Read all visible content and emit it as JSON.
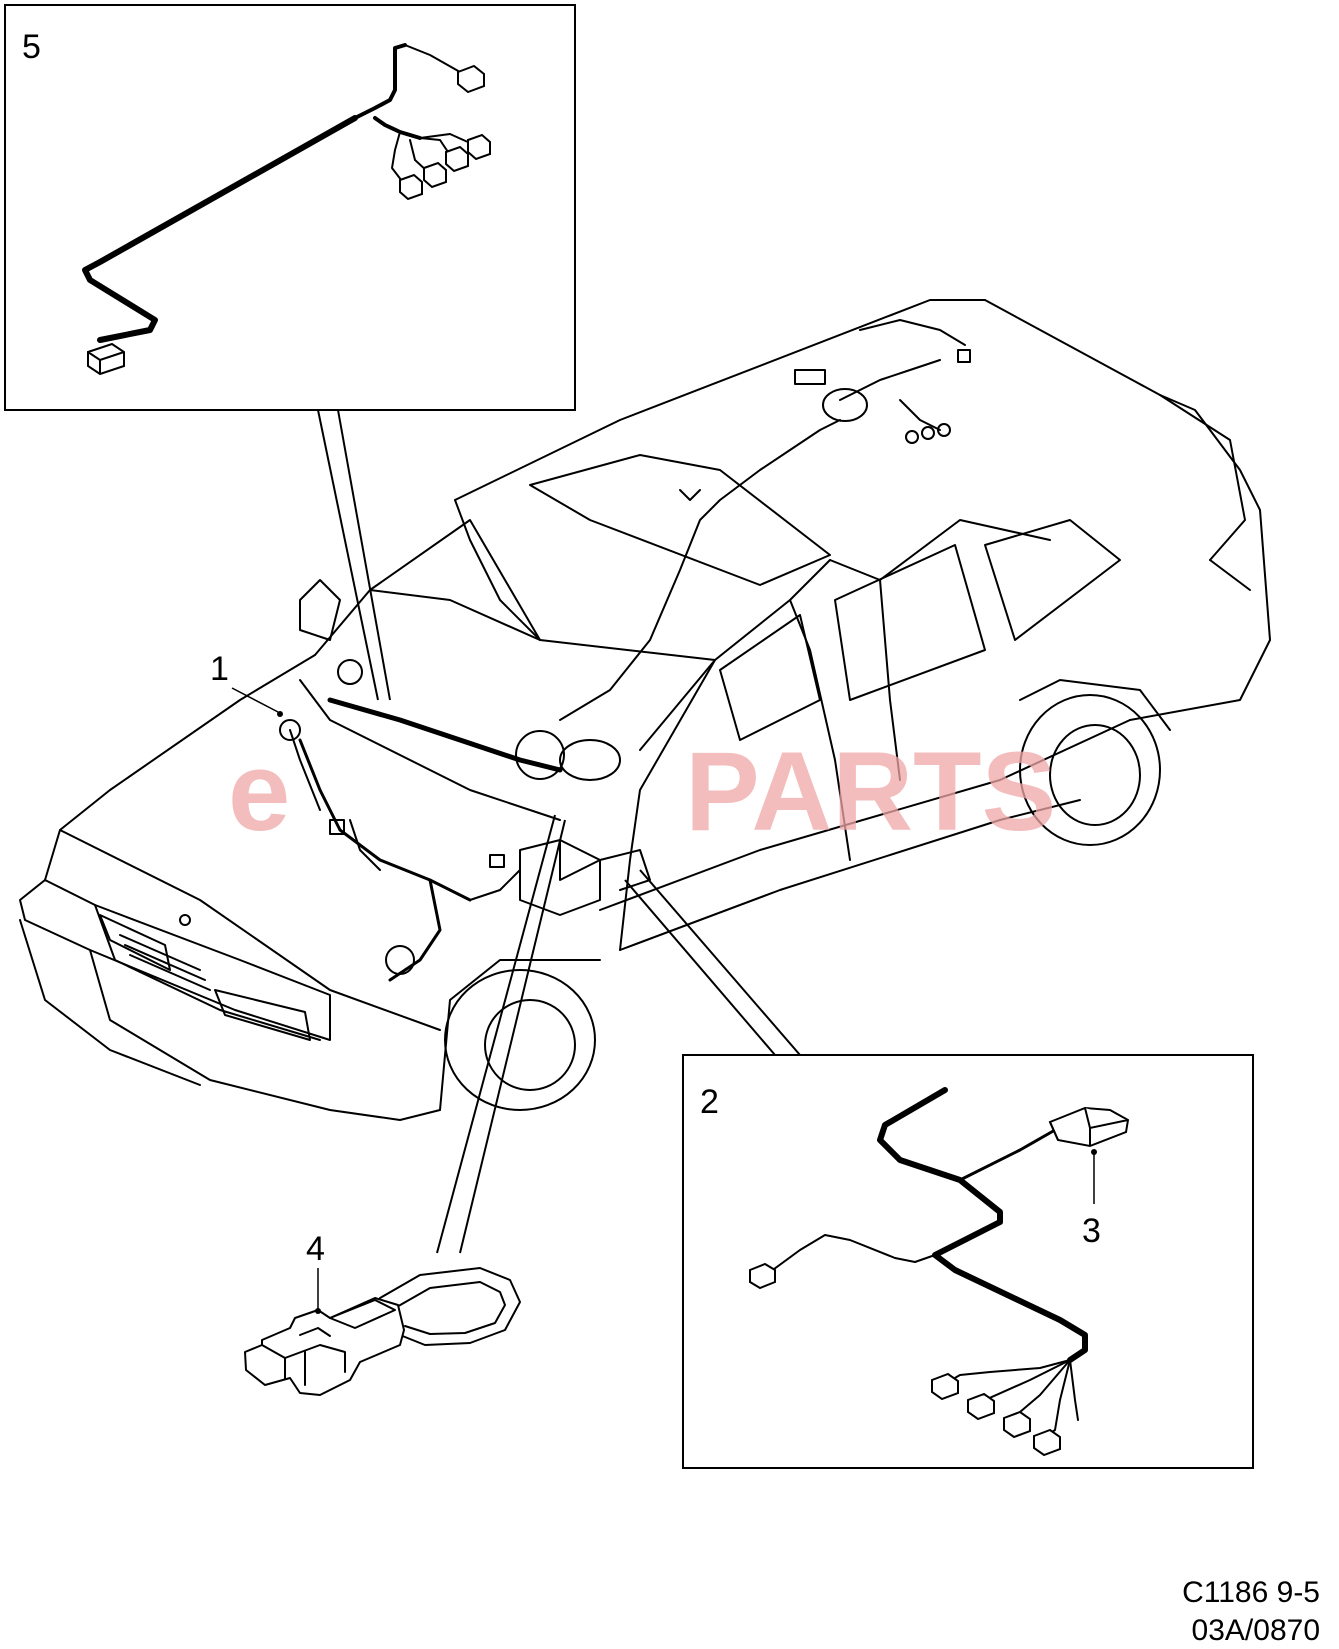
{
  "watermark": {
    "prefix": "e",
    "brand": "PARTS",
    "color": "#f0a7a7"
  },
  "callouts": {
    "c1": "1",
    "c2": "2",
    "c3": "3",
    "c4": "4",
    "c5": "5"
  },
  "diagram_code": {
    "line1": "C1186 9-5",
    "line2": "03A/0870"
  },
  "colors": {
    "line": "#000000",
    "background": "#ffffff"
  }
}
